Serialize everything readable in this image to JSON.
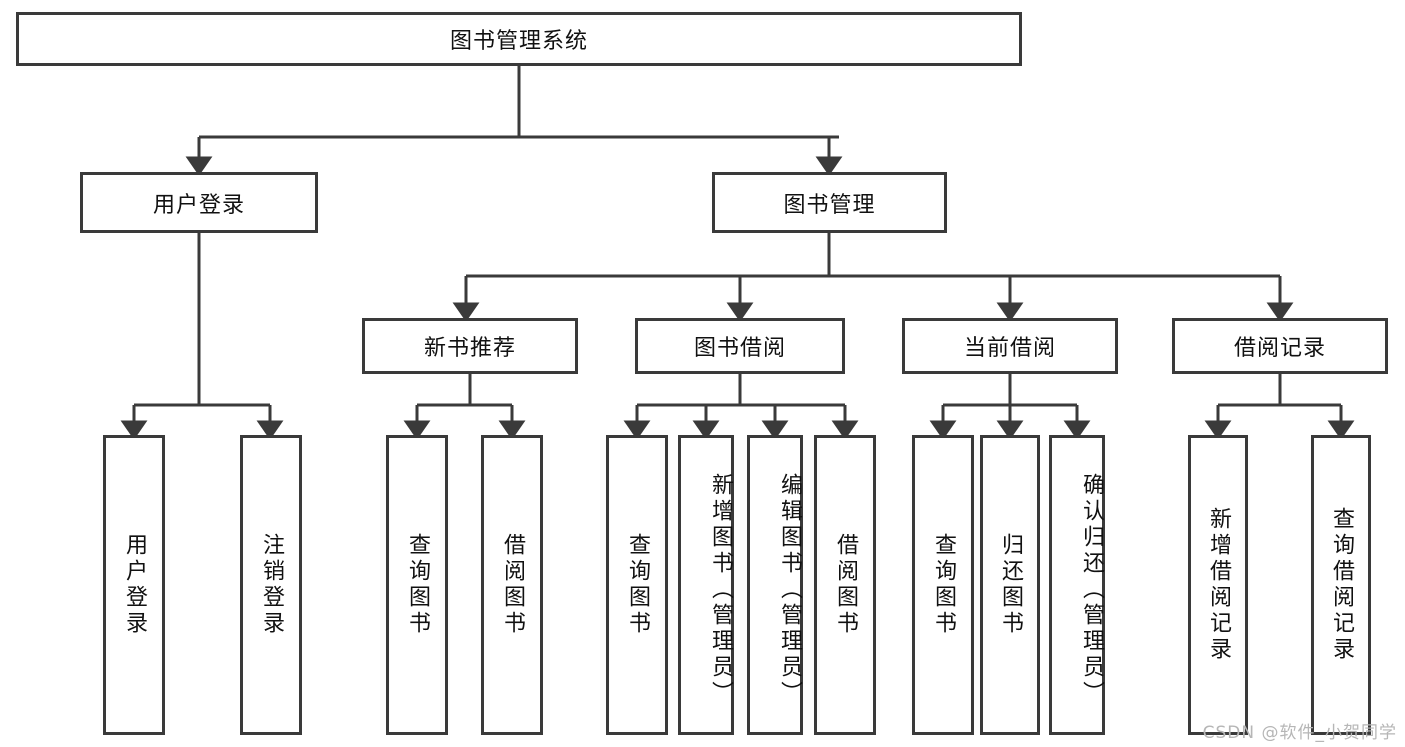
{
  "diagram": {
    "type": "tree",
    "title": "图书管理系统",
    "watermark": "CSDN @软件_小贺同学",
    "colors": {
      "stroke": "#3a3a3a",
      "fill": "#ffffff",
      "text": "#111111",
      "watermark": "#b6b6b6"
    },
    "nodes": {
      "root": {
        "label": "图书管理系统",
        "level": 0
      },
      "l1_user_login": {
        "label": "用户登录",
        "level": 1
      },
      "l1_book_manage": {
        "label": "图书管理",
        "level": 1
      },
      "l2_new_book": {
        "label": "新书推荐",
        "level": 2
      },
      "l2_borrow": {
        "label": "图书借阅",
        "level": 2
      },
      "l2_current": {
        "label": "当前借阅",
        "level": 2
      },
      "l2_record": {
        "label": "借阅记录",
        "level": 2
      },
      "leaf_user_login": {
        "label": "用户登录",
        "level": 3
      },
      "leaf_logout": {
        "label": "注销登录",
        "level": 3
      },
      "leaf_query_book_1": {
        "label": "查询图书",
        "level": 3
      },
      "leaf_borrow_book_1": {
        "label": "借阅图书",
        "level": 3
      },
      "leaf_query_book_2": {
        "label": "查询图书",
        "level": 3
      },
      "leaf_add_book": {
        "label": "新增图书（管理员）",
        "level": 3
      },
      "leaf_edit_book": {
        "label": "编辑图书（管理员）",
        "level": 3
      },
      "leaf_borrow_book_2": {
        "label": "借阅图书",
        "level": 3
      },
      "leaf_query_book_3": {
        "label": "查询图书",
        "level": 3
      },
      "leaf_return_book": {
        "label": "归还图书",
        "level": 3
      },
      "leaf_confirm_return": {
        "label": "确认归还（管理员）",
        "level": 3
      },
      "leaf_add_record": {
        "label": "新增借阅记录",
        "level": 3
      },
      "leaf_query_record": {
        "label": "查询借阅记录",
        "level": 3
      }
    },
    "edges": [
      {
        "from": "root",
        "to": "l1_user_login"
      },
      {
        "from": "root",
        "to": "l1_book_manage"
      },
      {
        "from": "l1_user_login",
        "to": "leaf_user_login"
      },
      {
        "from": "l1_user_login",
        "to": "leaf_logout"
      },
      {
        "from": "l1_book_manage",
        "to": "l2_new_book"
      },
      {
        "from": "l1_book_manage",
        "to": "l2_borrow"
      },
      {
        "from": "l1_book_manage",
        "to": "l2_current"
      },
      {
        "from": "l1_book_manage",
        "to": "l2_record"
      },
      {
        "from": "l2_new_book",
        "to": "leaf_query_book_1"
      },
      {
        "from": "l2_new_book",
        "to": "leaf_borrow_book_1"
      },
      {
        "from": "l2_borrow",
        "to": "leaf_query_book_2"
      },
      {
        "from": "l2_borrow",
        "to": "leaf_add_book"
      },
      {
        "from": "l2_borrow",
        "to": "leaf_edit_book"
      },
      {
        "from": "l2_borrow",
        "to": "leaf_borrow_book_2"
      },
      {
        "from": "l2_current",
        "to": "leaf_query_book_3"
      },
      {
        "from": "l2_current",
        "to": "leaf_return_book"
      },
      {
        "from": "l2_current",
        "to": "leaf_confirm_return"
      },
      {
        "from": "l2_record",
        "to": "leaf_add_record"
      },
      {
        "from": "l2_record",
        "to": "leaf_query_record"
      }
    ]
  }
}
